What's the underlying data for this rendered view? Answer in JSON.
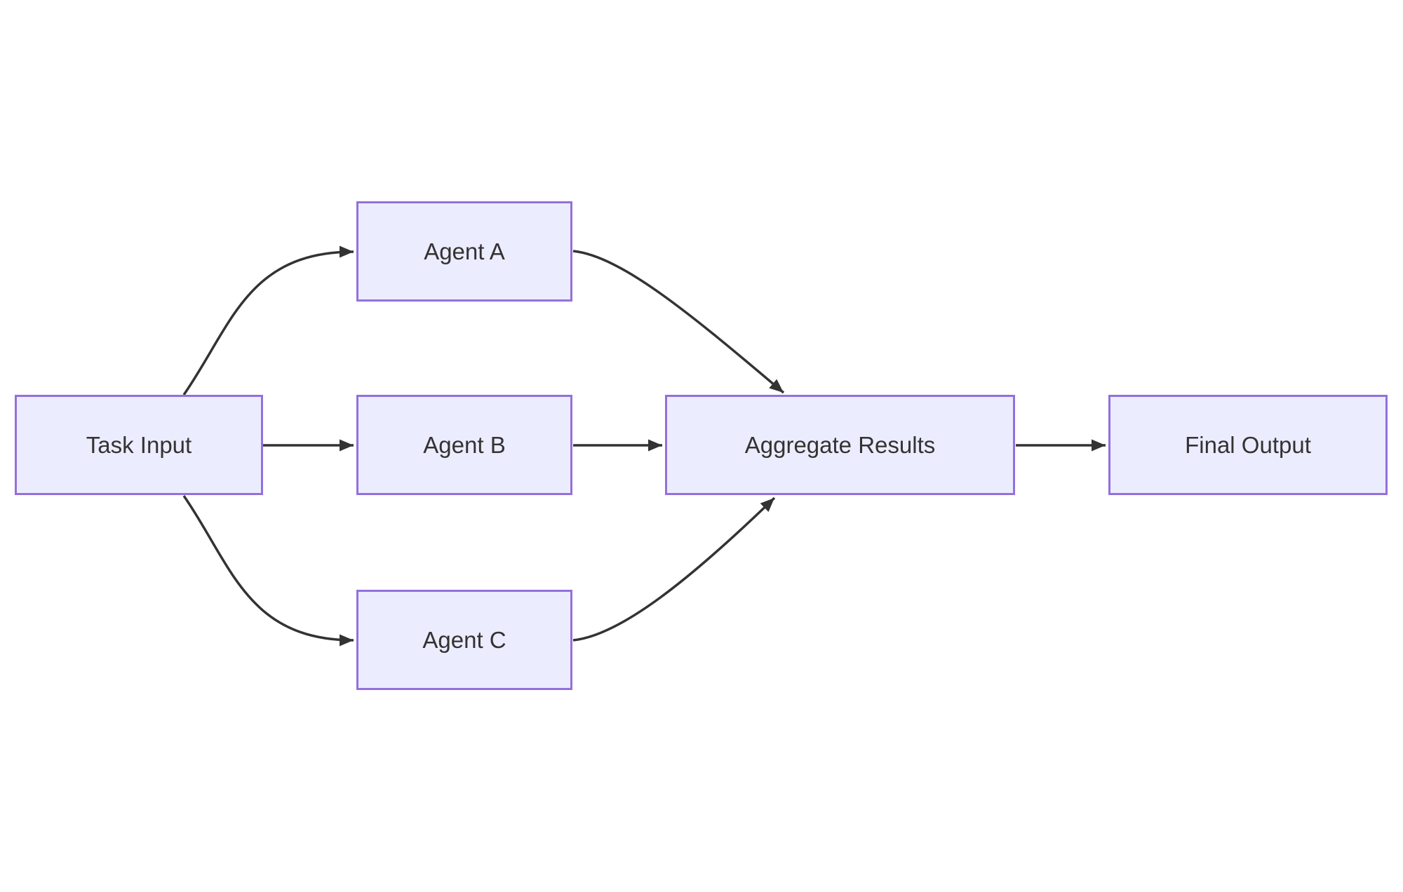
{
  "diagram": {
    "type": "flowchart",
    "direction": "left-to-right",
    "description": "Fan-out / fan-in multi-agent pipeline: one task input dispatched to three agents whose results are aggregated into a final output"
  },
  "nodes": {
    "task_input": {
      "label": "Task Input"
    },
    "agent_a": {
      "label": "Agent A"
    },
    "agent_b": {
      "label": "Agent B"
    },
    "agent_c": {
      "label": "Agent C"
    },
    "aggregate_results": {
      "label": "Aggregate Results"
    },
    "final_output": {
      "label": "Final Output"
    }
  },
  "edges": [
    {
      "from": "Task Input",
      "to": "Agent A",
      "style": "curved-arrow"
    },
    {
      "from": "Task Input",
      "to": "Agent B",
      "style": "straight-arrow"
    },
    {
      "from": "Task Input",
      "to": "Agent C",
      "style": "curved-arrow"
    },
    {
      "from": "Agent A",
      "to": "Aggregate Results",
      "style": "curved-arrow"
    },
    {
      "from": "Agent B",
      "to": "Aggregate Results",
      "style": "straight-arrow"
    },
    {
      "from": "Agent C",
      "to": "Aggregate Results",
      "style": "curved-arrow"
    },
    {
      "from": "Aggregate Results",
      "to": "Final Output",
      "style": "straight-arrow"
    }
  ],
  "colors": {
    "background": "#FFFFFF",
    "node_fill": "#ECECFF",
    "node_border": "#9370DB",
    "edge_stroke": "#333333",
    "arrowhead": "#333333",
    "text": "#333333"
  }
}
